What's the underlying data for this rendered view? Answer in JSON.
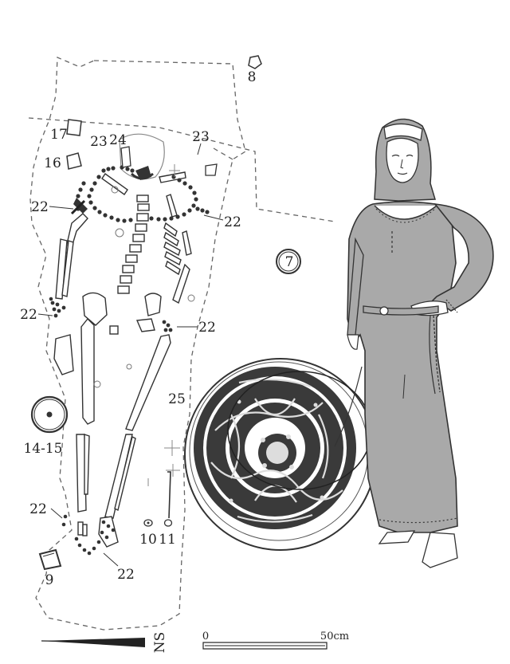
{
  "labels": {
    "l8": "8",
    "l17": "17",
    "l23a": "23",
    "l24": "24",
    "l23b": "23",
    "l16": "16",
    "l22a": "22",
    "l22b": "22",
    "l7": "7",
    "l22c": "22",
    "l22d": "22",
    "l25": "25",
    "l1415": "14-15",
    "l22e": "22",
    "l10": "10",
    "l11": "11",
    "l9": "9",
    "l22f": "22"
  },
  "scale_bar": {
    "start": "0",
    "end": "50cm"
  },
  "north_arrow": {
    "letters": "NS"
  },
  "colors": {
    "ink": "#222222",
    "dress": "#a9a9a9",
    "brooch_dark": "#3a3a3a",
    "line": "#555555"
  },
  "icons": {
    "north_arrow": "north-arrow-icon",
    "brooch": "round-brooch",
    "figure": "woman-reconstruction"
  }
}
